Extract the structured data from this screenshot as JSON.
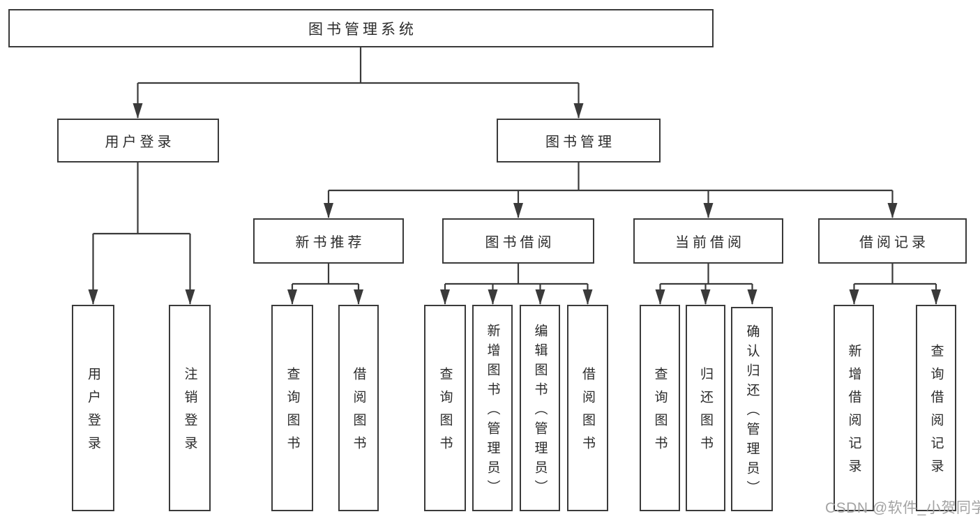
{
  "colors": {
    "line": "#3a3a3a",
    "text": "#2b2b2b",
    "background": "#ffffff",
    "watermark": "#a3a3a3"
  },
  "diagram": {
    "root": {
      "label": "图书管理系统"
    },
    "branches": [
      {
        "label": "用户登录",
        "leaves": [
          {
            "label": "用户登录"
          },
          {
            "label": "注销登录"
          }
        ]
      },
      {
        "label": "图书管理",
        "groups": [
          {
            "label": "新书推荐",
            "leaves": [
              {
                "label": "查询图书"
              },
              {
                "label": "借阅图书"
              }
            ]
          },
          {
            "label": "图书借阅",
            "leaves": [
              {
                "label": "查询图书"
              },
              {
                "label": "新增图书（管理员）"
              },
              {
                "label": "编辑图书（管理员）"
              },
              {
                "label": "借阅图书"
              }
            ]
          },
          {
            "label": "当前借阅",
            "leaves": [
              {
                "label": "查询图书"
              },
              {
                "label": "归还图书"
              },
              {
                "label": "确认归还（管理员）"
              }
            ]
          },
          {
            "label": "借阅记录",
            "leaves": [
              {
                "label": "新增借阅记录"
              },
              {
                "label": "查询借阅记录"
              }
            ]
          }
        ]
      }
    ]
  },
  "watermark": {
    "text": "CSDN @软件_小贺同学"
  }
}
